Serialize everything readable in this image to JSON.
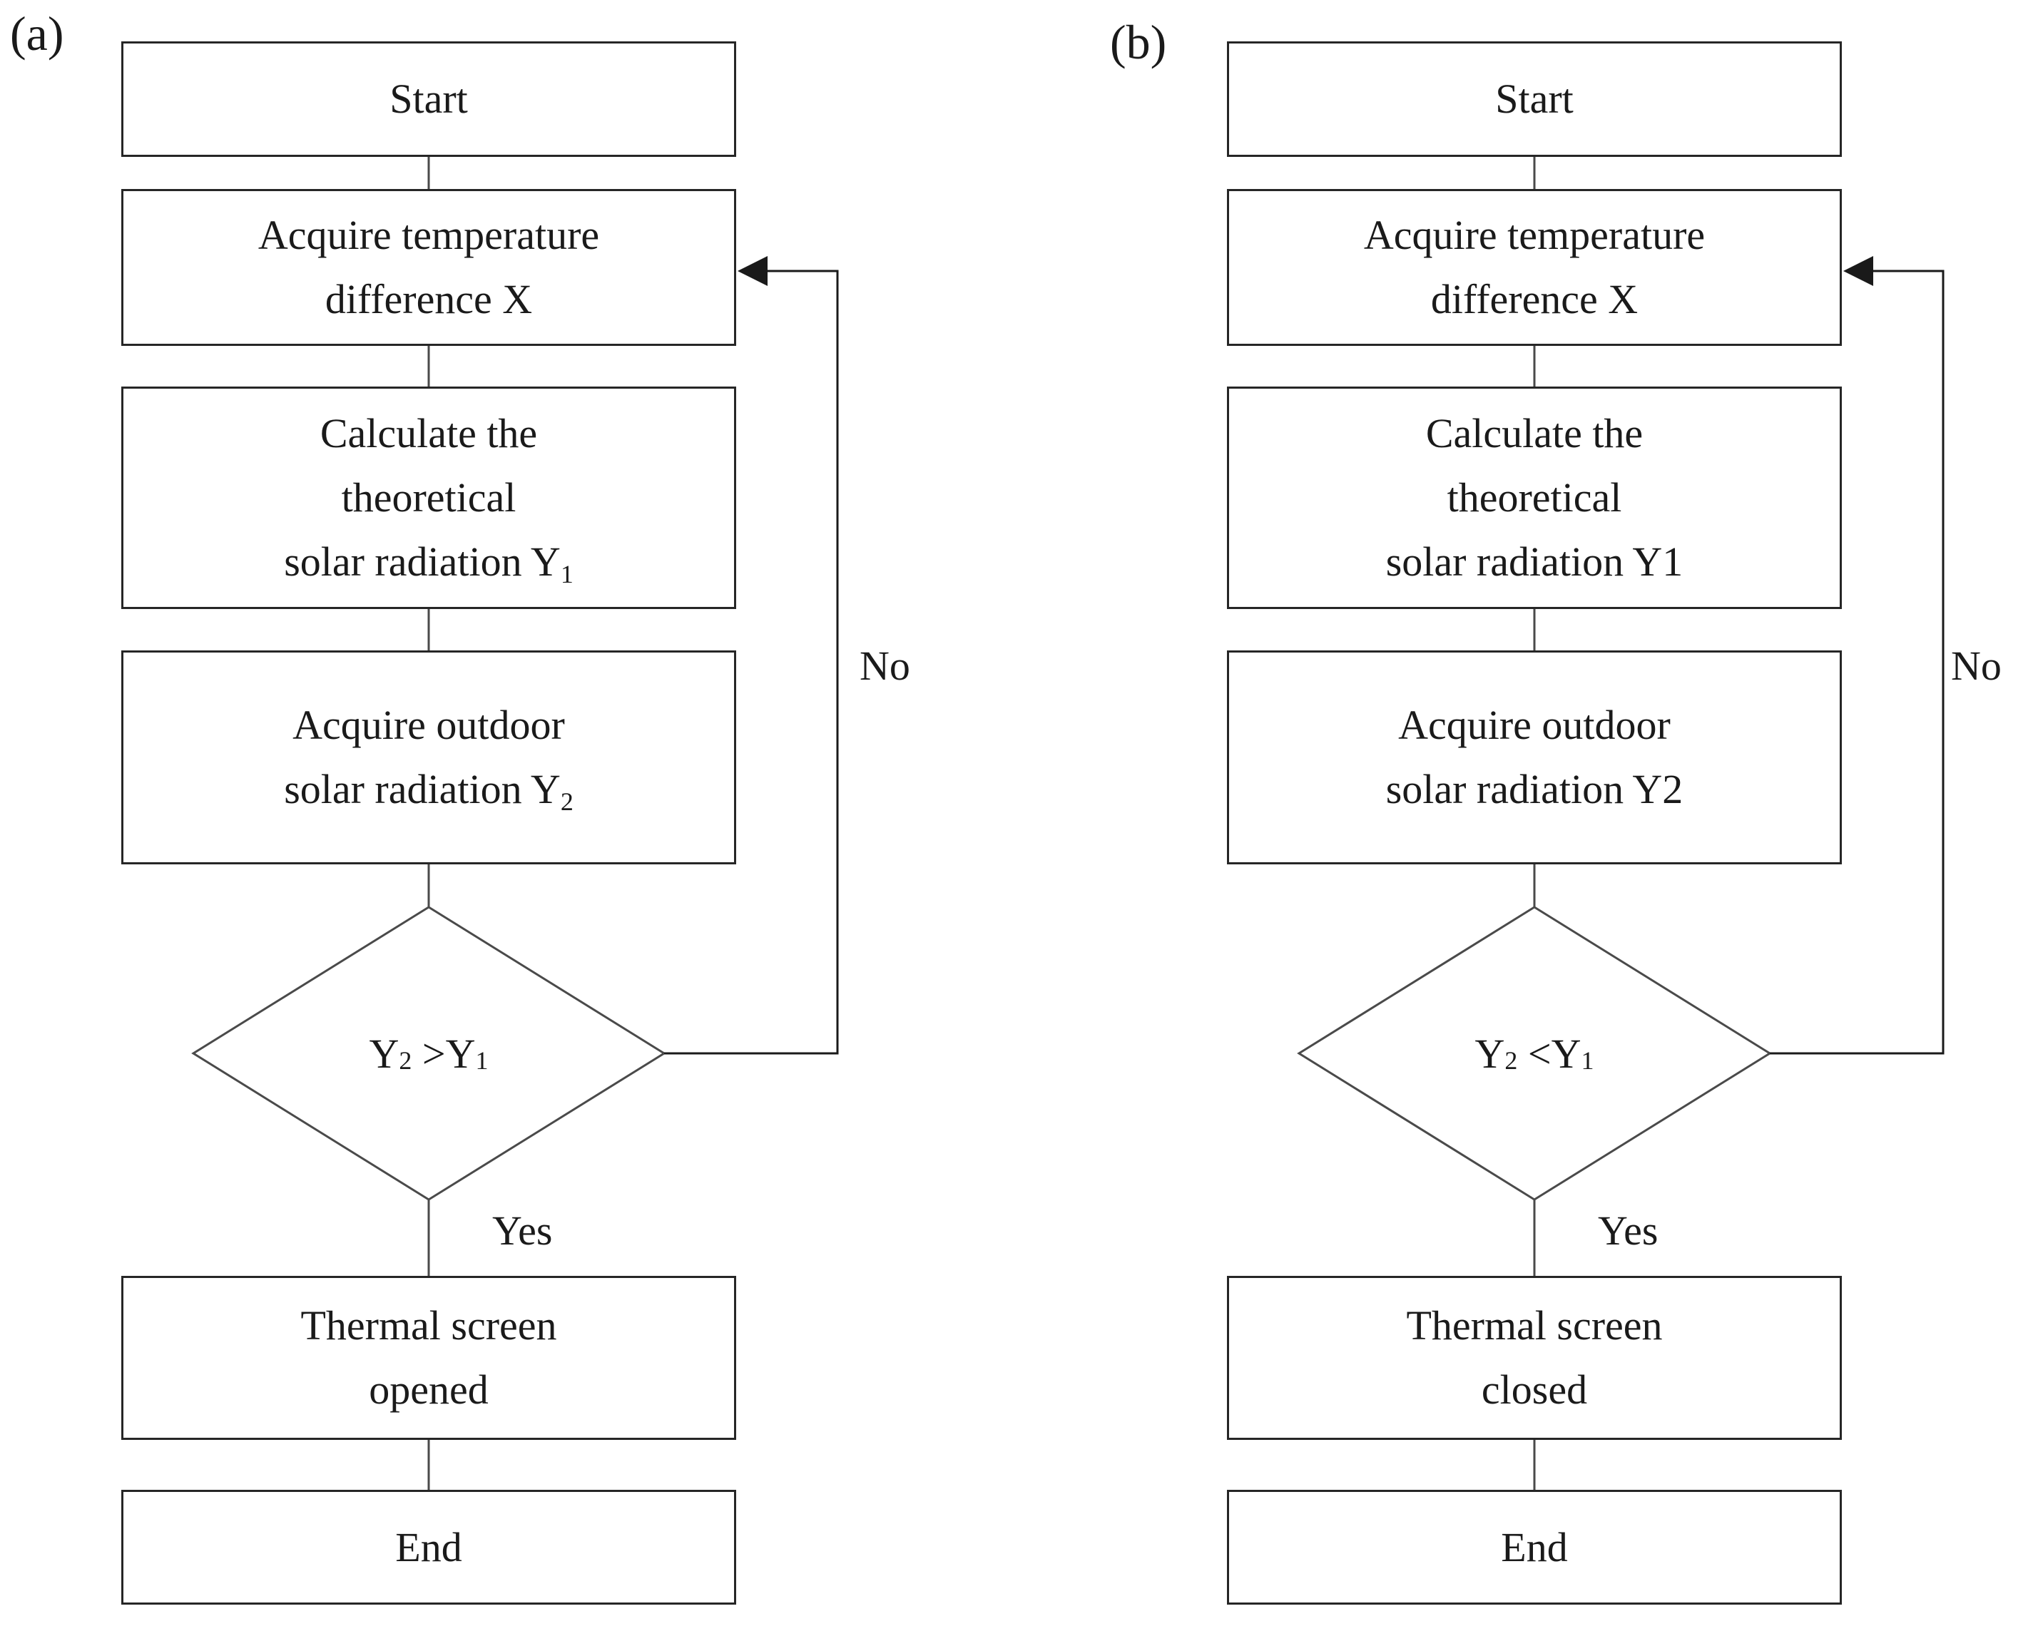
{
  "colors": {
    "background": "#ffffff",
    "box_border": "#262626",
    "connector": "#4a4a4a",
    "text": "#1a1a1a"
  },
  "panels": {
    "a": {
      "label": "(a)",
      "nodes": {
        "start": "Start",
        "acquire_temp": {
          "line1": "Acquire temperature",
          "line2": "difference X"
        },
        "calculate": {
          "line1": "Calculate the",
          "line2": "theoretical",
          "line3_base": "solar radiation Y",
          "line3_sub": "1"
        },
        "acquire_outdoor": {
          "line1": "Acquire outdoor",
          "line2_base": "solar radiation Y",
          "line2_sub": "2"
        },
        "decision": {
          "lhs_base": "Y",
          "lhs_sub": "2",
          "operator": " >",
          "rhs_base": "Y",
          "rhs_sub": "1"
        },
        "thermal": {
          "line1": "Thermal screen",
          "line2": "opened"
        },
        "end": "End"
      },
      "edges": {
        "yes_label": "Yes",
        "no_label": "No"
      }
    },
    "b": {
      "label": "(b)",
      "nodes": {
        "start": "Start",
        "acquire_temp": {
          "line1": "Acquire temperature",
          "line2": "difference X"
        },
        "calculate": {
          "line1": "Calculate the",
          "line2": "theoretical",
          "line3": "solar radiation Y1"
        },
        "acquire_outdoor": {
          "line1": "Acquire outdoor",
          "line2": "solar radiation Y2"
        },
        "decision": {
          "lhs_base": "Y",
          "lhs_sub": "2",
          "operator": " <",
          "rhs_base": "Y",
          "rhs_sub": "1"
        },
        "thermal": {
          "line1": "Thermal screen",
          "line2": "closed"
        },
        "end": "End"
      },
      "edges": {
        "yes_label": "Yes",
        "no_label": "No"
      }
    }
  }
}
